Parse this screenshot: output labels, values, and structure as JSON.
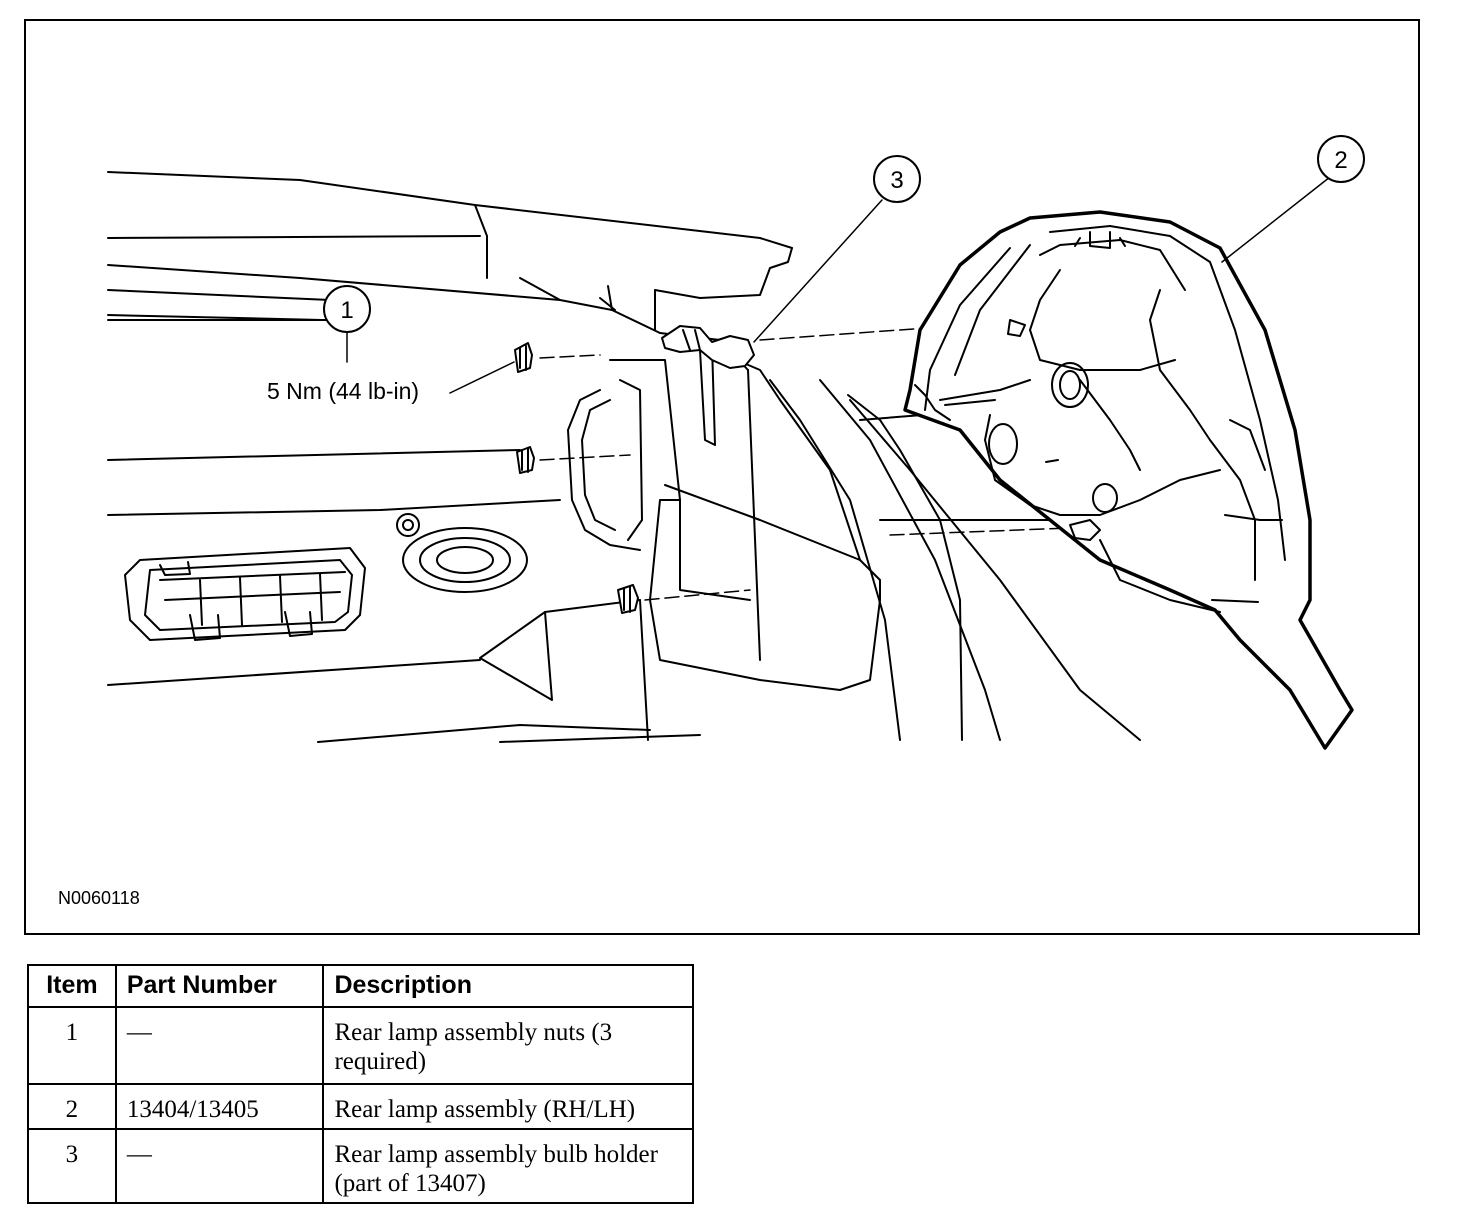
{
  "figure": {
    "figure_id": "N0060118",
    "torque_label": "5 Nm (44 lb-in)",
    "callouts": [
      "1",
      "2",
      "3"
    ]
  },
  "table": {
    "headers": [
      "Item",
      "Part Number",
      "Description"
    ],
    "rows": [
      {
        "item": "1",
        "part_number": "—",
        "description": "Rear lamp assembly nuts (3 required)"
      },
      {
        "item": "2",
        "part_number": "13404/13405",
        "description": "Rear lamp assembly (RH/LH)"
      },
      {
        "item": "3",
        "part_number": "—",
        "description": "Rear lamp assembly bulb holder (part of 13407)"
      }
    ]
  }
}
